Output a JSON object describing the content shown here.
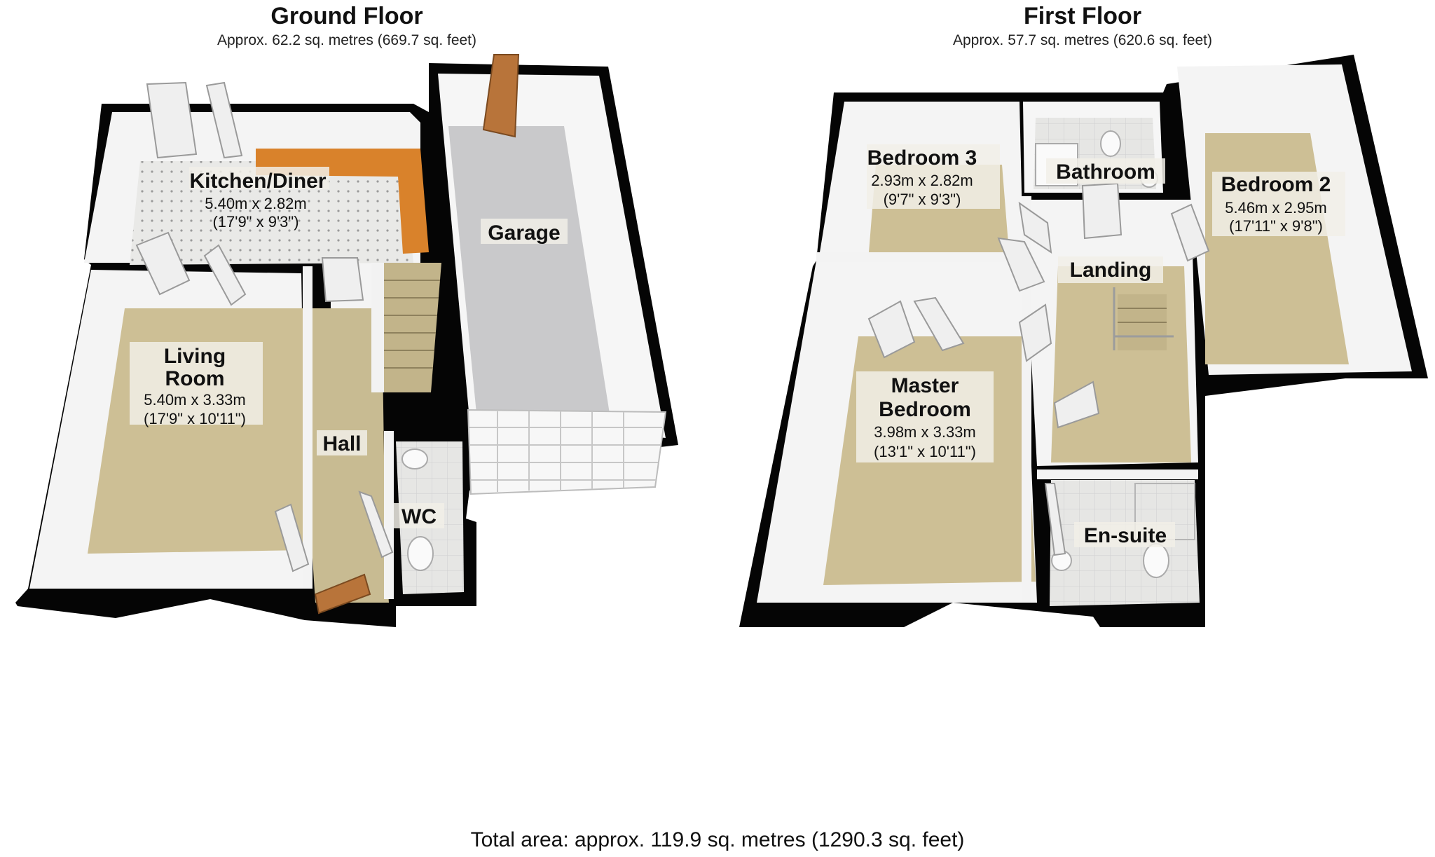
{
  "floors": [
    {
      "title": "Ground Floor",
      "area": "Approx. 62.2 sq. metres (669.7 sq. feet)"
    },
    {
      "title": "First Floor",
      "area": "Approx. 57.7 sq. metres (620.6 sq. feet)"
    }
  ],
  "rooms": {
    "kitchen": {
      "name": "Kitchen/Diner",
      "metric": "5.40m x 2.82m",
      "imperial": "(17'9\" x 9'3\")"
    },
    "living": {
      "name_line1": "Living",
      "name_line2": "Room",
      "metric": "5.40m x 3.33m",
      "imperial": "(17'9\" x 10'11\")"
    },
    "garage": {
      "name": "Garage"
    },
    "hall": {
      "name": "Hall"
    },
    "wc": {
      "name": "WC"
    },
    "bedroom3": {
      "name": "Bedroom 3",
      "metric": "2.93m x 2.82m",
      "imperial": "(9'7\" x 9'3\")"
    },
    "bathroom": {
      "name": "Bathroom"
    },
    "bedroom2": {
      "name": "Bedroom 2",
      "metric": "5.46m x 2.95m",
      "imperial": "(17'11\" x 9'8\")"
    },
    "landing": {
      "name": "Landing"
    },
    "master": {
      "name_line1": "Master",
      "name_line2": "Bedroom",
      "metric": "3.98m x 3.33m",
      "imperial": "(13'1\" x 10'11\")"
    },
    "ensuite": {
      "name": "En-suite"
    }
  },
  "total_area": "Total area: approx. 119.9 sq. metres (1290.3 sq. feet)",
  "colors": {
    "wall": "#050505",
    "carpet": "#cdbf95",
    "garage_floor": "#c9c9cb",
    "tile": "#e8e8e6",
    "worktop": "#d9822b",
    "door": "#b8743a",
    "inner_wall": "#f7f7f7"
  }
}
